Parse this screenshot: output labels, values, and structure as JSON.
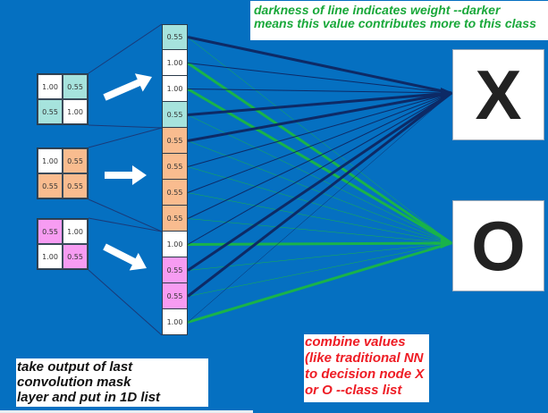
{
  "colors": {
    "background": "#0570c1",
    "teal": "#a6e3dd",
    "orange": "#f9bc8f",
    "magenta": "#f79cf2",
    "white": "#ffffff",
    "x_weight_line": "#0d2a66",
    "o_weight_line": "#19b34a",
    "green_note": "#19a83a",
    "red_note": "#ee1c24"
  },
  "grids": [
    {
      "color": "teal",
      "cells": [
        {
          "value": "1.00",
          "color": "white"
        },
        {
          "value": "0.55",
          "color": "teal"
        },
        {
          "value": "0.55",
          "color": "teal"
        },
        {
          "value": "1.00",
          "color": "white"
        }
      ]
    },
    {
      "color": "orange",
      "cells": [
        {
          "value": "1.00",
          "color": "white"
        },
        {
          "value": "0.55",
          "color": "orange"
        },
        {
          "value": "0.55",
          "color": "orange"
        },
        {
          "value": "0.55",
          "color": "orange"
        }
      ]
    },
    {
      "color": "magenta",
      "cells": [
        {
          "value": "0.55",
          "color": "magenta"
        },
        {
          "value": "1.00",
          "color": "white"
        },
        {
          "value": "1.00",
          "color": "white"
        },
        {
          "value": "0.55",
          "color": "magenta"
        }
      ]
    }
  ],
  "flattened_list": [
    {
      "value": "0.55",
      "color": "teal"
    },
    {
      "value": "1.00",
      "color": "white"
    },
    {
      "value": "1.00",
      "color": "white"
    },
    {
      "value": "0.55",
      "color": "teal"
    },
    {
      "value": "0.55",
      "color": "orange"
    },
    {
      "value": "0.55",
      "color": "orange"
    },
    {
      "value": "0.55",
      "color": "orange"
    },
    {
      "value": "0.55",
      "color": "orange"
    },
    {
      "value": "1.00",
      "color": "white"
    },
    {
      "value": "0.55",
      "color": "magenta"
    },
    {
      "value": "0.55",
      "color": "magenta"
    },
    {
      "value": "1.00",
      "color": "white"
    }
  ],
  "classes": [
    {
      "label": "X"
    },
    {
      "label": "O"
    }
  ],
  "connections": {
    "to_X_weights": [
      3,
      1,
      1,
      3,
      3,
      1,
      1,
      1,
      1,
      3,
      3,
      0.5
    ],
    "to_O_weights": [
      0.5,
      3,
      3,
      0.5,
      0.5,
      0.5,
      0.5,
      0.5,
      3,
      0.5,
      0.5,
      3
    ]
  },
  "notes": {
    "weight_note": [
      "darkness of line indicates weight --darker",
      "means this value contributes more to this class"
    ],
    "flatten_note": [
      "take output of last",
      "convolution mask",
      "layer and put in 1D list"
    ],
    "combine_note": [
      "combine values",
      "(like traditional NN",
      "to decision node X",
      "or O --class list"
    ]
  }
}
